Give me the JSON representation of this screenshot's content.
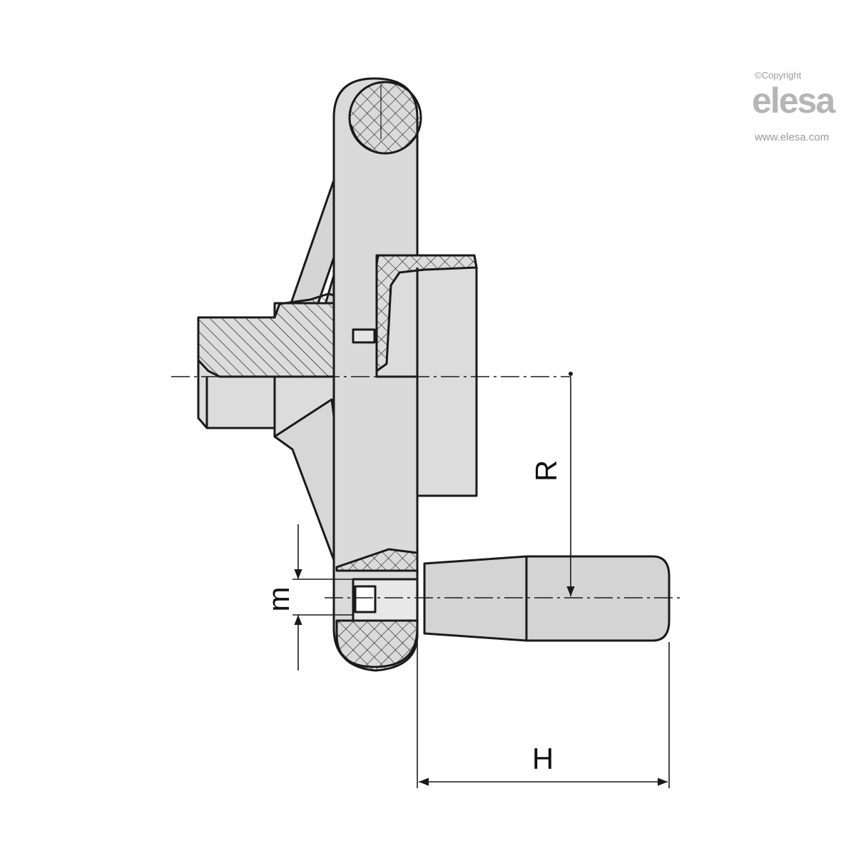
{
  "logo": {
    "copyright": "©Copyright",
    "brand": "elesa",
    "url": "www.elesa.com"
  },
  "dimensions": {
    "r": "R",
    "m": "m",
    "h": "H"
  },
  "colors": {
    "line": "#1a1a1a",
    "body": "#d9d9d9",
    "handle": "#d4d4d4",
    "logo": "#b5b5b5"
  }
}
